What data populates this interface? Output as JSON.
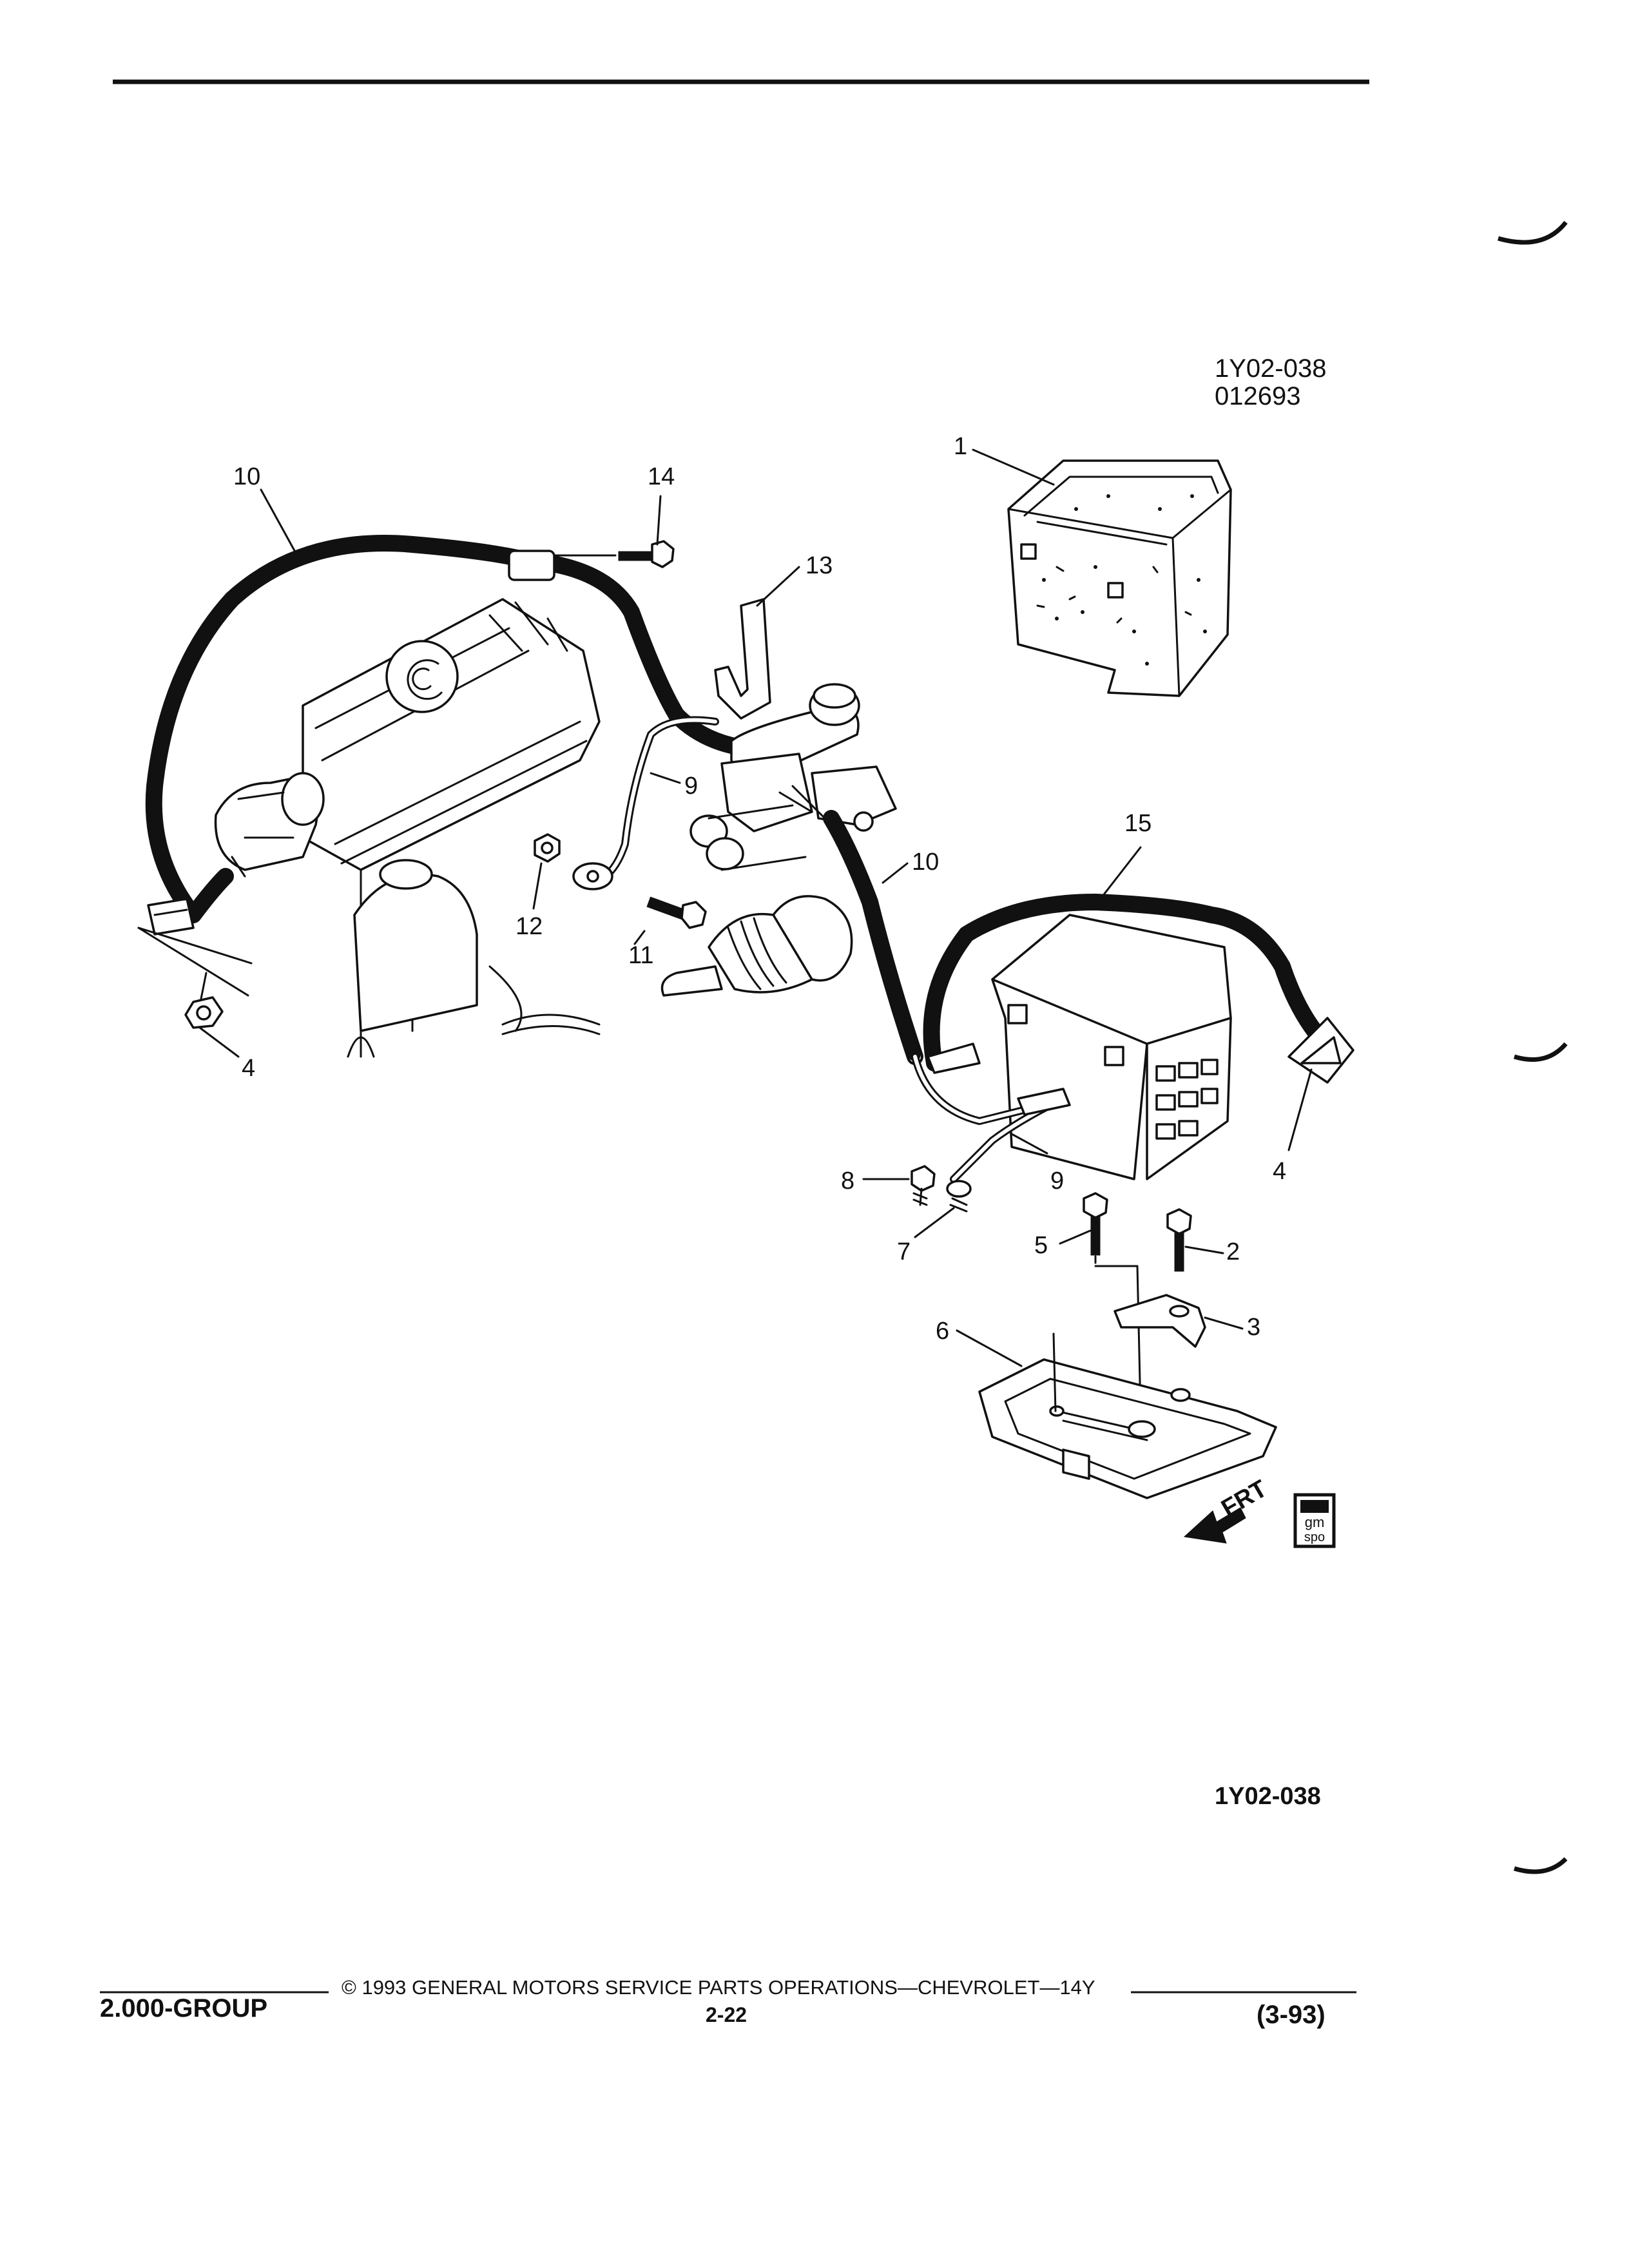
{
  "header": {
    "drawing_number": "1Y02-038",
    "drawing_date": "012693"
  },
  "callouts": [
    {
      "id": "c1",
      "label": "1"
    },
    {
      "id": "c2",
      "label": "2"
    },
    {
      "id": "c3",
      "label": "3"
    },
    {
      "id": "c4a",
      "label": "4"
    },
    {
      "id": "c4b",
      "label": "4"
    },
    {
      "id": "c5",
      "label": "5"
    },
    {
      "id": "c6",
      "label": "6"
    },
    {
      "id": "c7",
      "label": "7"
    },
    {
      "id": "c8",
      "label": "8"
    },
    {
      "id": "c9a",
      "label": "9"
    },
    {
      "id": "c9b",
      "label": "9"
    },
    {
      "id": "c10a",
      "label": "10"
    },
    {
      "id": "c10b",
      "label": "10"
    },
    {
      "id": "c11",
      "label": "11"
    },
    {
      "id": "c12",
      "label": "12"
    },
    {
      "id": "c13",
      "label": "13"
    },
    {
      "id": "c14",
      "label": "14"
    },
    {
      "id": "c15",
      "label": "15"
    }
  ],
  "direction_arrow": {
    "label": "FRT"
  },
  "logo": {
    "line1": "gm",
    "line2": "spo"
  },
  "figure_reference": "1Y02-038",
  "footer": {
    "group": "2.000-GROUP",
    "copyright": "© 1993 GENERAL MOTORS SERVICE PARTS OPERATIONS—CHEVROLET—14Y",
    "page": "2-22",
    "revision": "(3-93)"
  }
}
